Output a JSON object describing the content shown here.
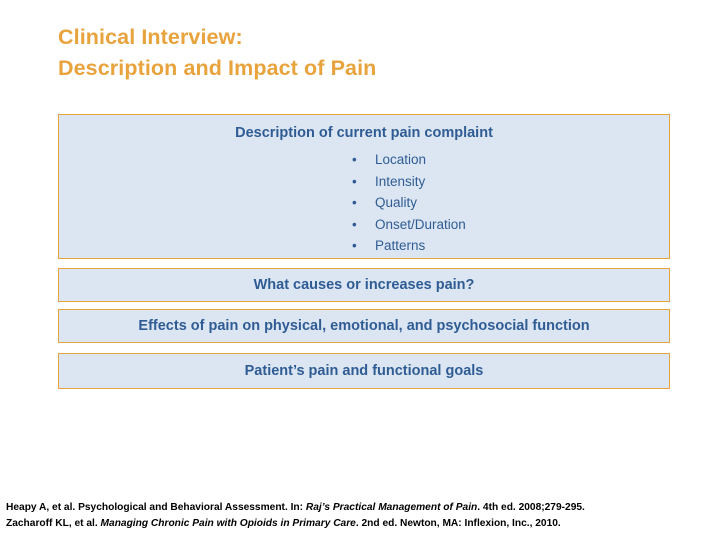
{
  "slide": {
    "title_lines": [
      "Clinical Interview:",
      "Description and Impact of Pain"
    ],
    "title_color": "#e8a33d",
    "box_fill": "#dce6f2",
    "box_border": "#e8a33d",
    "text_color": "#2f5c94",
    "boxes": [
      {
        "heading": "Description of current pain complaint",
        "bullets": [
          "Location",
          "Intensity",
          "Quality",
          "Onset/Duration",
          "Patterns"
        ],
        "bullet_glyph": "•"
      },
      {
        "heading": "What causes or increases pain?"
      },
      {
        "heading": "Effects of pain on physical, emotional, and psychosocial function"
      },
      {
        "heading": "Patient’s pain and functional goals"
      }
    ],
    "footnote": {
      "line1_a": "Heapy A, et al. Psychological and Behavioral Assessment. In: ",
      "line1_italic": "Raj’s Practical Management of Pain",
      "line1_b": ". 4th ed. 2008;279-295.",
      "line2_a": "Zacharoff KL, et al. ",
      "line2_italic": "Managing Chronic Pain with Opioids in Primary Care",
      "line2_b": ". 2nd ed. Newton, MA: Inflexion, Inc., 2010."
    }
  }
}
